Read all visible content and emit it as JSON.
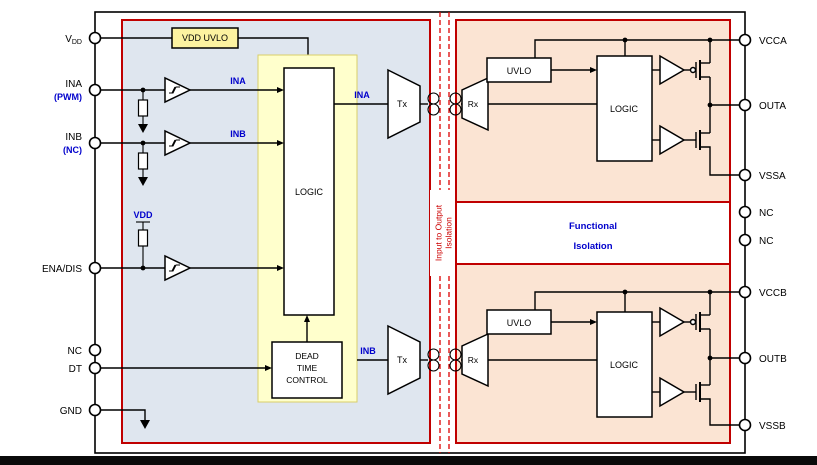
{
  "diagram": {
    "type": "isolated-dual-channel-gate-driver-functional-block-diagram"
  },
  "colors": {
    "region_border": "#c00000",
    "left_region_fill": "#dfe6ef",
    "right_region_fill": "#fbe4d3",
    "logic_region_fill": "#ffffcc",
    "vdd_uvlo_fill": "#fcf2a0",
    "blue_label": "#0000cc",
    "red_dashed": "#dd0000"
  },
  "pins": {
    "left": [
      {
        "label": "V",
        "sub": "DD"
      },
      {
        "label": "INA",
        "sublabel": "(PWM)"
      },
      {
        "label": "INB",
        "sublabel": "(NC)"
      },
      {
        "label": "ENA/DIS"
      },
      {
        "label": "NC"
      },
      {
        "label": "DT"
      },
      {
        "label": "GND"
      }
    ],
    "right": [
      {
        "label": "VCCA"
      },
      {
        "label": "OUTA"
      },
      {
        "label": "VSSA"
      },
      {
        "label": "NC"
      },
      {
        "label": "NC"
      },
      {
        "label": "VCCB"
      },
      {
        "label": "OUTB"
      },
      {
        "label": "VSSB"
      }
    ]
  },
  "blocks": {
    "vdd_uvlo": "VDD UVLO",
    "input_logic": "LOGIC",
    "dead_time_1": "DEAD",
    "dead_time_2": "TIME",
    "dead_time_3": "CONTROL",
    "tx": "Tx",
    "rx": "Rx",
    "uvlo": "UVLO",
    "output_logic": "LOGIC"
  },
  "wire_labels": {
    "ina_in": "INA",
    "inb_in": "INB",
    "ina_tx": "INA",
    "inb_tx": "INB",
    "pullup_vdd": "VDD"
  },
  "isolation": {
    "vertical_1": "Input to Output",
    "vertical_2": "Isolation",
    "functional_1": "Functional",
    "functional_2": "Isolation"
  }
}
